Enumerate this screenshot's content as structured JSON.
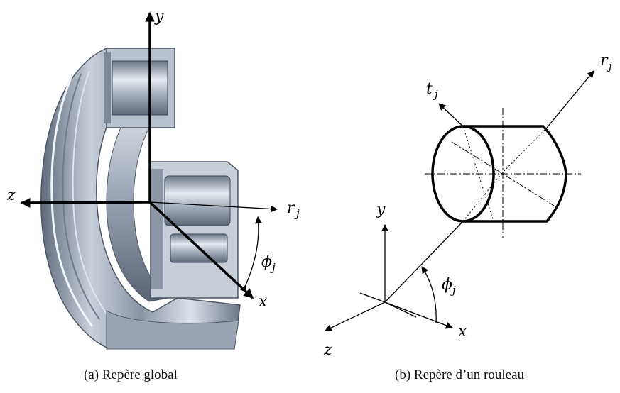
{
  "panel_a": {
    "caption": "(a) Repère global",
    "labels": {
      "y": "y",
      "z": "z",
      "x": "x",
      "r": "r",
      "r_sub": "j",
      "phi": "ϕ",
      "phi_sub": "j"
    }
  },
  "panel_b": {
    "caption": "(b) Repère d’un rouleau",
    "labels": {
      "t": "t",
      "t_sub": "j",
      "r": "r",
      "r_sub": "j",
      "y": "y",
      "z": "z",
      "x": "x",
      "phi": "ϕ",
      "phi_sub": "j"
    }
  }
}
